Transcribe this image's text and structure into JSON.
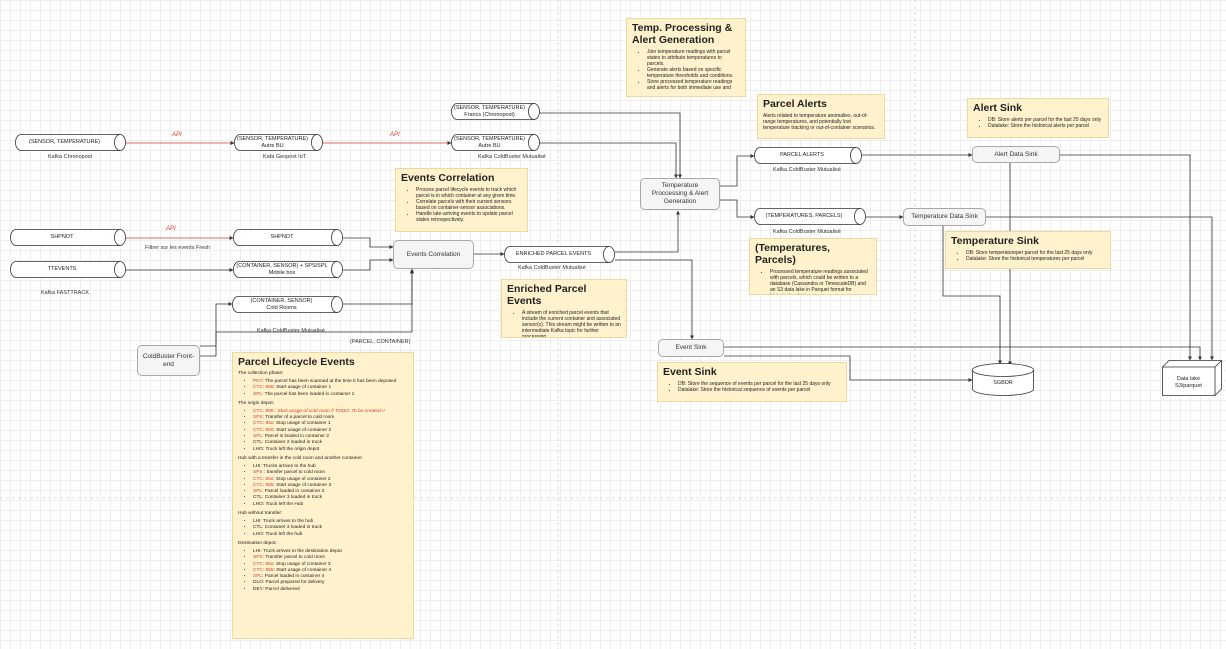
{
  "colors": {
    "note_bg": "#fff2cc",
    "note_border": "#ecd9a2",
    "box_bg": "#f5f5f5",
    "box_border": "#a8a8a8",
    "code_red": "#d33c2b",
    "api_red": "#d33c2b",
    "wire": "#333333",
    "grid": "#eeeeee"
  },
  "api_label": "API",
  "topics": {
    "sensor_temp_chronopost": [
      "(SENSOR, TEMPERATURE)"
    ],
    "sensor_temp_autre_bu_1": [
      "(SENSOR, TEMPERATURE)",
      "Autre BU"
    ],
    "sensor_temp_francs": [
      "(SENSOR, TEMPERATURE)",
      "Francs (Chronopost)"
    ],
    "sensor_temp_autre_bu_2": [
      "(SENSOR, TEMPERATURE)",
      "Autre BU"
    ],
    "shipnot_fasttrack": [
      "SHPNOT"
    ],
    "ttevents": [
      "TTEVENTS"
    ],
    "shipnot_mutualise": [
      "SHPNOT"
    ],
    "container_sensor": [
      "(CONTAINER, SENSOR) + SPS/SPL",
      "Mobile box"
    ],
    "container_sensor_cold": [
      "(CONTAINER, SENSOR)",
      "Cold Rooms"
    ],
    "enriched_parcel_events": [
      "ENRICHED PARCEL EVENTS"
    ],
    "parcel_alerts": [
      "PARCEL ALERTS"
    ],
    "temperatures_parcels": [
      "(TEMPERATURES, PARCELS)"
    ]
  },
  "labels": {
    "kafka_chronopost": "Kafka Chronopost",
    "kafka_geopost": "Kafa Geopost IoT",
    "kafka_mutualise_top": "Kafka ColdBuster Mutualisé",
    "filtrer": "Filtrer sur les events Fresh",
    "kafka_fasttrack": "Kafka FASTTRACK",
    "kafka_mutualise_left": "Kafka ColdBuster Mutualisé",
    "parcel_container": "(PARCEL, CONTAINER)",
    "kafka_mutualise_enriched": "Kafka ColdBuster Mutualisé",
    "kafka_mutualise_alerts": "Kafka ColdBuster Mutualisé",
    "kafka_mutualise_temps": "Kafka ColdBuster Mutualisé"
  },
  "processes": {
    "events_correlation": "Events Correlation",
    "temp_processing": "Temperature Proccessing & Alert Generation",
    "alert_data_sink": "Alert Data Sink",
    "temperature_data_sink": "Temperature Data Sink",
    "event_sink": "Event  Sink",
    "coldbuster_frontend": "ColdBuster Front-end"
  },
  "stores": {
    "sgbdr": "SGBDR",
    "datalake": "Data lake S3/parquet"
  },
  "notes": {
    "temp_processing": {
      "title": "Temp. Processing & Alert Generation",
      "items": [
        "Join temperature readings with parcel states to attribute temperatures to parcels.",
        "Generate alerts based on specific temperature thresholds and conditions.",
        "Store processed temperature readings and alerts for both immediate use and"
      ]
    },
    "parcel_alerts": {
      "title": "Parcel Alerts",
      "text": "Alerts related to temperature anomalies, out-of-range temperatures, and potentially lost temperature tracking or out-of-container scenarios."
    },
    "alert_sink": {
      "title": "Alert Sink",
      "items": [
        "DB: Store alerts per parcel for the last 25 days only",
        "Datalake: Store the historical alerts per parcel"
      ]
    },
    "events_correlation": {
      "title": "Events Correlation",
      "items": [
        "Process parcel lifecycle events to track which parcel is in which container at any given time.",
        "Correlate parcels with their current sensors based on container-sensor associations.",
        "Handle late-arriving events to update parcel states retrospectively."
      ]
    },
    "temperature_sink": {
      "title": "Temperature Sink",
      "items": [
        "DB: Store temperatureper parcel for the last 25 days only",
        "Datalake: Store the historical temperatures per parcel"
      ]
    },
    "temperatures_parcels": {
      "title": "(Temperatures, Parcels)",
      "items": [
        "Processed temperature readings associated with parcels, which could be written to a database (Cassandra or TimescaleDB) and an S3 data lake in Parquet format for historical archiving."
      ]
    },
    "enriched_parcel_events": {
      "title": "Enriched Parcel Events",
      "items": [
        "A stream of enriched parcel events that include the current container and associated sensor(s). This stream might be written to an intermediate Kafka topic for further processing."
      ]
    },
    "event_sink": {
      "title": "Event Sink",
      "items": [
        "DB: Store the sequence of events per parcel for the last 25 days only",
        "Datalake: Store the historical sequence of events per parcel"
      ]
    },
    "lifecycle": {
      "title": "Parcel Lifecycle Events",
      "sections": [
        {
          "heading": "The collection phase:",
          "items": [
            {
              "code": "PKY",
              "text": ": The parcel has been scanned at the time it has been deposed"
            },
            {
              "code": "CTC: 855",
              "text": ": Start usage of container 1"
            },
            {
              "code": "SPL",
              "text": ": The parcel has been loaded in container 1"
            }
          ]
        },
        {
          "heading": "The origin depot:",
          "items": [
            {
              "code": "CTC: 880",
              "text": " : Start usage of cold room // TODO: To be created !!",
              "todo": true
            },
            {
              "code": "SPS",
              "text": ": Transfer of a parcel to cold room"
            },
            {
              "code": "CTC: 85x",
              "text": ": Stop usage of container 1"
            },
            {
              "code": "CTC: 855",
              "text": ": Start usage of container 2"
            },
            {
              "code": "SPL",
              "text": ": Parcel is loaded in container 2"
            },
            {
              "code": "",
              "text": "CTL: Container 2 loaded in truck"
            },
            {
              "code": "",
              "text": "LHO: Truck left the origin depot"
            }
          ]
        },
        {
          "heading": "Hub with a transfer in the cold room and another container:",
          "items": [
            {
              "code": "",
              "text": "LHI: Trucks arrives to the hub"
            },
            {
              "code": "SPS",
              "text": " : transfer parcel to cold room"
            },
            {
              "code": "CTC: 85x",
              "text": ": Stop usage of container 2"
            },
            {
              "code": "CTC: 855",
              "text": ": Start usage of container 3"
            },
            {
              "code": "SPL",
              "text": ": Parcel loaded in container 3"
            },
            {
              "code": "",
              "text": "CTL: Container 3 loaded in truck"
            },
            {
              "code": "",
              "text": "LHO: Truck left the Hub"
            }
          ]
        },
        {
          "heading": "Hub without transfer:",
          "items": [
            {
              "code": "",
              "text": "LHI: Truck arrives to the hub"
            },
            {
              "code": "",
              "text": "CTL: Container 3 loaded in truck"
            },
            {
              "code": "",
              "text": "LHO: Truck left the hub"
            }
          ]
        },
        {
          "heading": "Destination depot:",
          "items": [
            {
              "code": "",
              "text": "LHI: Truck arrives to the destination depot"
            },
            {
              "code": "SPS",
              "text": ": Transfer parcel to cold room"
            },
            {
              "code": "CTC: 85x",
              "text": ": Stop usage of container 3"
            },
            {
              "code": "CTC: 855",
              "text": ": Start usage of container 4"
            },
            {
              "code": "SPL",
              "text": ": Parcel loaded in container 4"
            },
            {
              "code": "",
              "text": "DLO: Parcel prepared for delivery"
            },
            {
              "code": "",
              "text": "DEY: Parcel delivered"
            }
          ]
        }
      ]
    }
  }
}
